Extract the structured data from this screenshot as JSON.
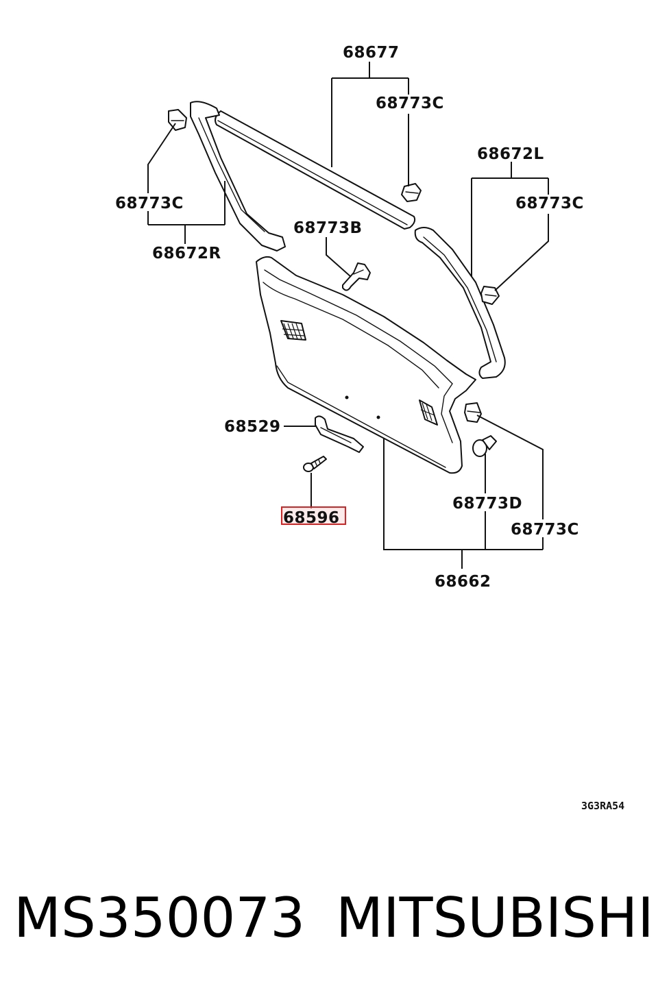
{
  "diagram": {
    "labels": {
      "p68677": "68677",
      "p68773C_top": "68773C",
      "p68672L": "68672L",
      "p68773C_right": "68773C",
      "p68773C_left": "68773C",
      "p68672R": "68672R",
      "p68773B": "68773B",
      "p68529": "68529",
      "p68596": "68596",
      "p68773D": "68773D",
      "p68773C_lower": "68773C",
      "p68662": "68662"
    },
    "drawing_code": "3G3RA54",
    "highlighted_part": "68596",
    "highlight_color": "#e02020"
  },
  "footer": {
    "part_number": "MS350073",
    "brand": "MITSUBISHI"
  }
}
